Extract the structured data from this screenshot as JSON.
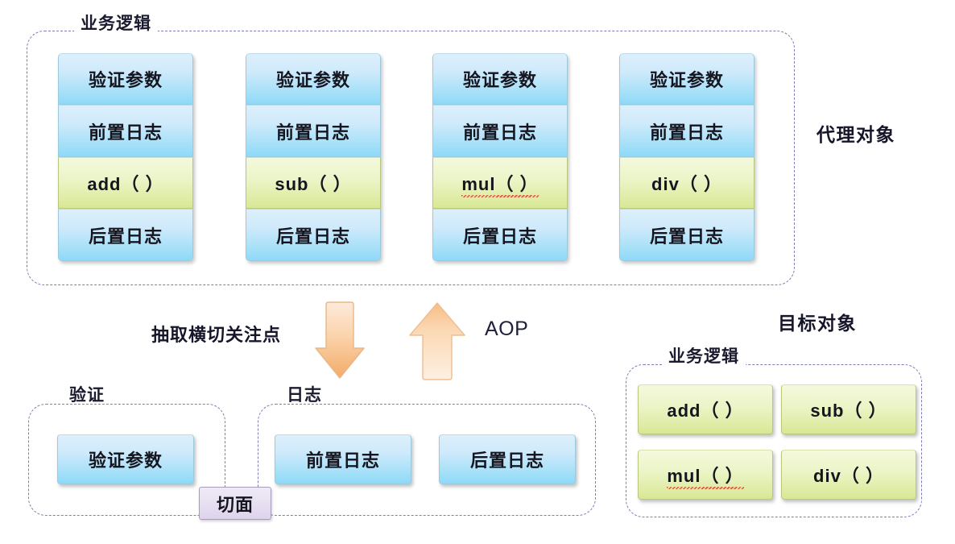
{
  "diagram": {
    "title_top": "业务逻辑",
    "proxy_object_label": "代理对象",
    "target_object_label": "目标对象",
    "extract_label": "抽取横切关注点",
    "aop_label": "AOP",
    "aspect_label": "切面",
    "validate_group_label": "验证",
    "log_group_label": "日志",
    "business_logic_label": "业务逻辑"
  },
  "proxy_columns": [
    {
      "method": "add（ ）",
      "method_misspelled": false,
      "rows": [
        "验证参数",
        "前置日志",
        "add（ ）",
        "后置日志"
      ]
    },
    {
      "method": "sub（ ）",
      "method_misspelled": false,
      "rows": [
        "验证参数",
        "前置日志",
        "sub（ ）",
        "后置日志"
      ]
    },
    {
      "method": "mul（ ）",
      "method_misspelled": true,
      "rows": [
        "验证参数",
        "前置日志",
        "mul（ ）",
        "后置日志"
      ]
    },
    {
      "method": "div（ ）",
      "method_misspelled": false,
      "rows": [
        "验证参数",
        "前置日志",
        "div（ ）",
        "后置日志"
      ]
    }
  ],
  "row_labels": {
    "validate": "验证参数",
    "before_log": "前置日志",
    "after_log": "后置日志"
  },
  "aspect_groups": {
    "validate": {
      "label": "验证",
      "items": [
        "验证参数"
      ]
    },
    "log": {
      "label": "日志",
      "items": [
        "前置日志",
        "后置日志"
      ]
    }
  },
  "target_methods": {
    "label": "业务逻辑",
    "items": [
      {
        "name": "add（ ）",
        "misspelled": false
      },
      {
        "name": "sub（ ）",
        "misspelled": false
      },
      {
        "name": "mul（ ）",
        "misspelled": true
      },
      {
        "name": "div（ ）",
        "misspelled": false
      }
    ]
  },
  "colors": {
    "dashed_border": "#7b7fb5",
    "blue_top": "#ddeffb",
    "blue_bottom": "#8ed9f7",
    "green_top": "#f4f9dd",
    "green_bottom": "#d7e793",
    "arrow_light": "#fde3c6",
    "arrow_dark": "#f3a761",
    "aspect_fill": "#e2d8ee",
    "text": "#15151f",
    "squiggle": "#e03b2c"
  },
  "arrows": [
    {
      "name": "extract-down-arrow",
      "direction": "down"
    },
    {
      "name": "aop-up-arrow",
      "direction": "up"
    }
  ]
}
